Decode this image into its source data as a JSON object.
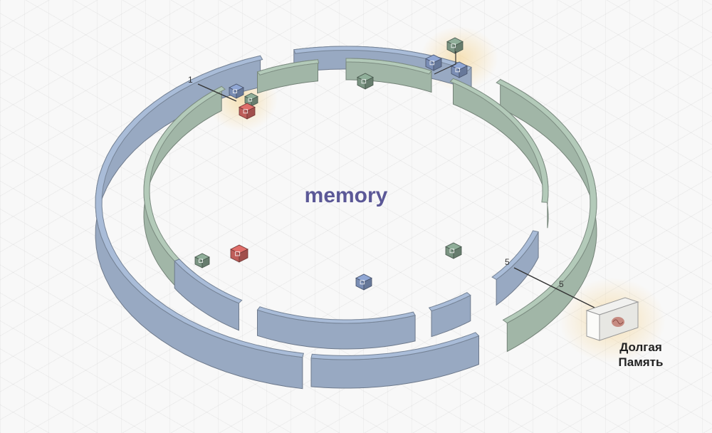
{
  "title": "memory",
  "labels": {
    "step_1": "1",
    "step_5a": "5",
    "step_5b": "5"
  },
  "storage": {
    "line1": "Долгая",
    "line2": "Память"
  },
  "colors": {
    "blue_ring": "#a9bcd8",
    "green_ring": "#b3cab9",
    "blue_cube": "#8fa6d4",
    "green_cube": "#8fae99",
    "red_cube": "#e06e6a",
    "title": "#5b5897"
  },
  "icons": [
    "chip-icon",
    "chip-icon",
    "brain-icon"
  ]
}
